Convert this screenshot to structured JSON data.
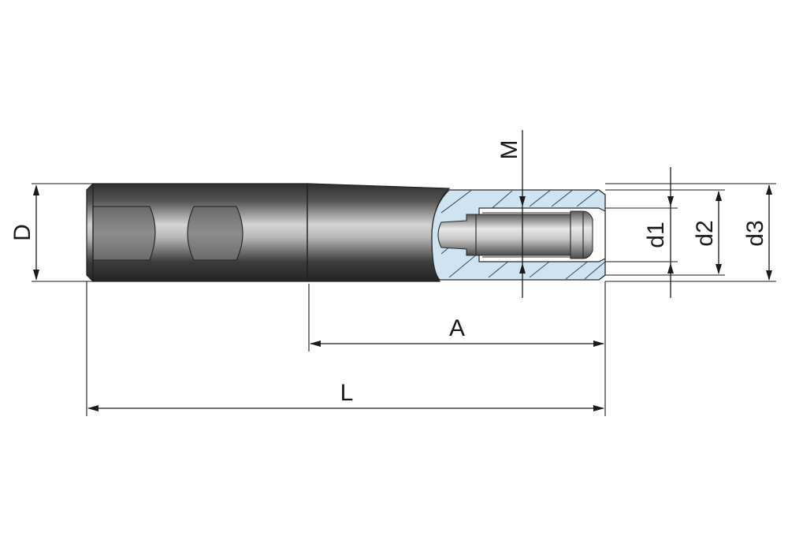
{
  "labels": {
    "D": "D",
    "M": "M",
    "d1": "d1",
    "d2": "d2",
    "d3": "d3",
    "A": "A",
    "L": "L"
  },
  "colors": {
    "section_fill": "#cfe4f3",
    "body_dark": "#3a3a3a",
    "body_light": "#d8d8d8"
  }
}
